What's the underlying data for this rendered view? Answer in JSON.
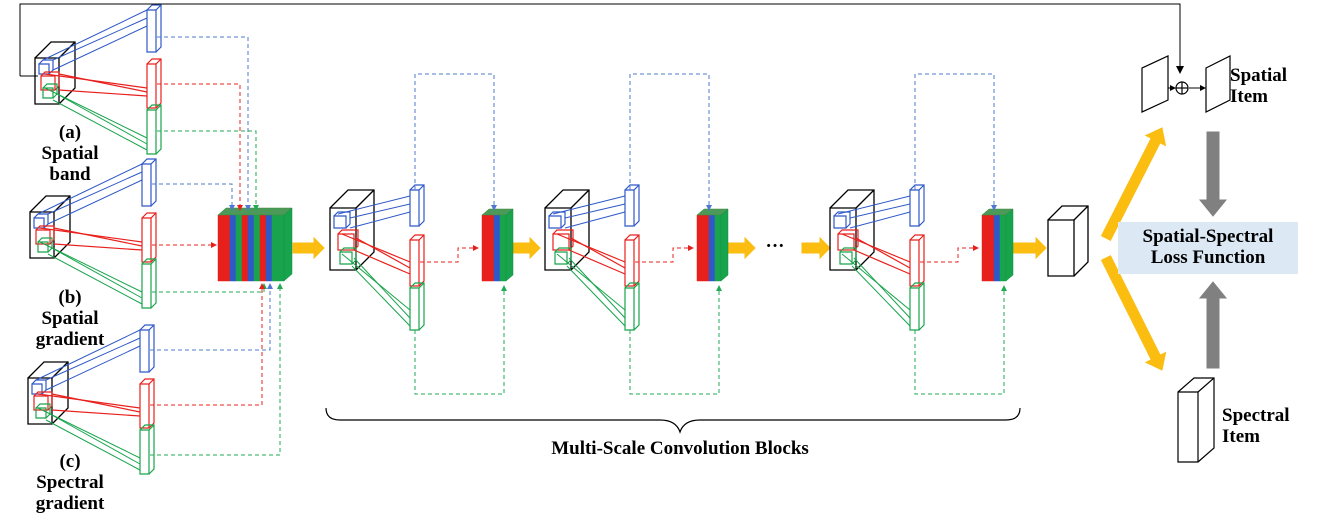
{
  "labels": {
    "a_tag": "(a)",
    "a_name": "Spatial band",
    "a_line1": "Spatial",
    "a_line2": "band",
    "b_tag": "(b)",
    "b_line1": "Spatial",
    "b_line2": "gradient",
    "c_tag": "(c)",
    "c_line1": "Spectral",
    "c_line2": "gradient",
    "multiscale": "Multi-Scale Convolution Blocks",
    "ellipsis": "···",
    "spatial_item_1": "Spatial",
    "spatial_item_2": "Item",
    "spectral_item_1": "Spectral",
    "spectral_item_2": "Item",
    "loss_1": "Spatial-Spectral",
    "loss_2": "Loss Function",
    "plus_symbol": "⊕"
  },
  "colors": {
    "red": "#e8201c",
    "blue": "#2f58c8",
    "green": "#18a44c",
    "arrow_yellow": "#fbbd10",
    "arrow_gray": "#808080",
    "loss_bg": "#dce9f5",
    "dash_blue": "#5078d0",
    "dash_red": "#e8201c",
    "dash_green": "#22aa55"
  }
}
